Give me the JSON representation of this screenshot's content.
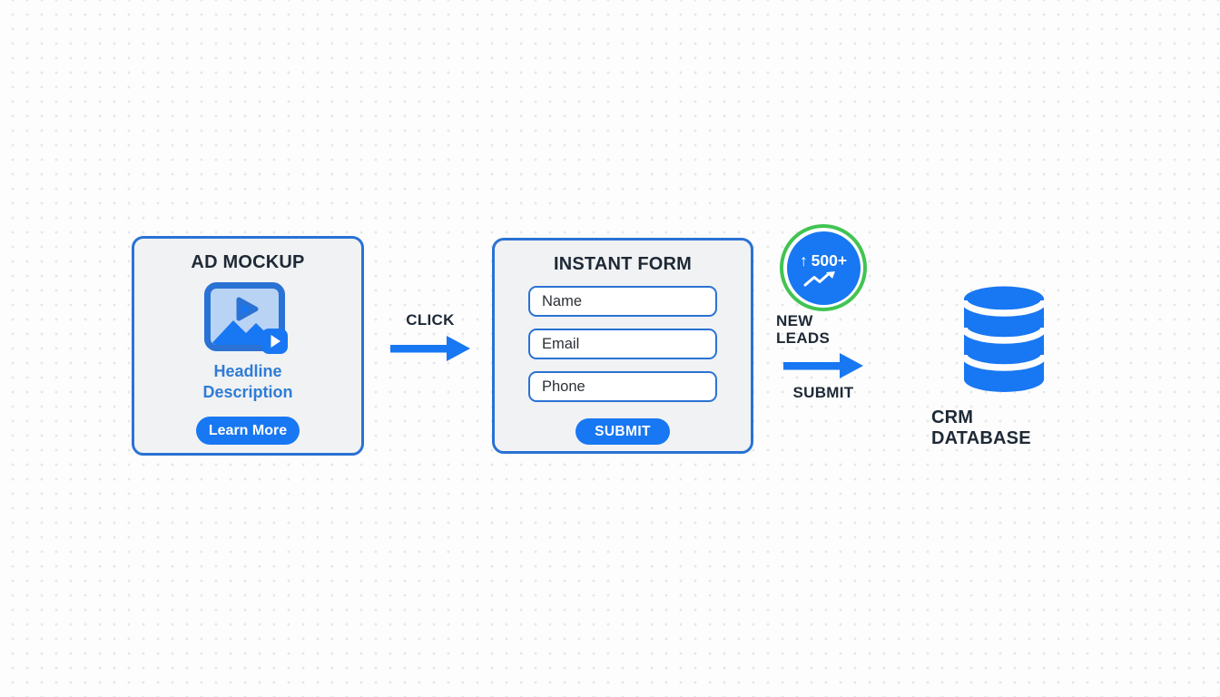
{
  "colors": {
    "primary_blue": "#1877F2",
    "border_blue": "#2a72d4",
    "light_blue_fill": "#b9d3f5",
    "link_blue": "#2e7cd6",
    "green_ring": "#41c452",
    "dark_text": "#1e2936",
    "card_bg": "#f1f2f3"
  },
  "ad_card": {
    "title": "AD MOCKUP",
    "image_icon": "ad-video-thumbnail-icon",
    "headline": "Headline",
    "description": "Description",
    "cta_label": "Learn More"
  },
  "click_step": {
    "label": "CLICK",
    "arrow_icon": "arrow-right-icon"
  },
  "form_card": {
    "title": "INSTANT FORM",
    "fields": [
      {
        "name": "name",
        "value": "Name"
      },
      {
        "name": "email",
        "value": "Email"
      },
      {
        "name": "phone",
        "value": "Phone"
      }
    ],
    "submit_label": "SUBMIT"
  },
  "leads_badge": {
    "trend_arrow": "↑",
    "count": "500+",
    "label": "NEW LEADS",
    "icon": "trend-up-chart-icon"
  },
  "submit_step": {
    "label": "SUBMIT",
    "arrow_icon": "arrow-right-icon"
  },
  "database": {
    "label": "CRM DATABASE",
    "icon": "database-icon"
  }
}
